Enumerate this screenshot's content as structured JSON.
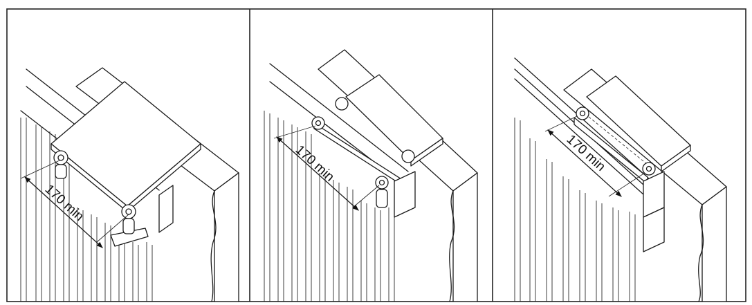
{
  "panels": [
    {
      "dimension_label": "170 min"
    },
    {
      "dimension_label": "170 min"
    },
    {
      "dimension_label": "170 min"
    }
  ]
}
